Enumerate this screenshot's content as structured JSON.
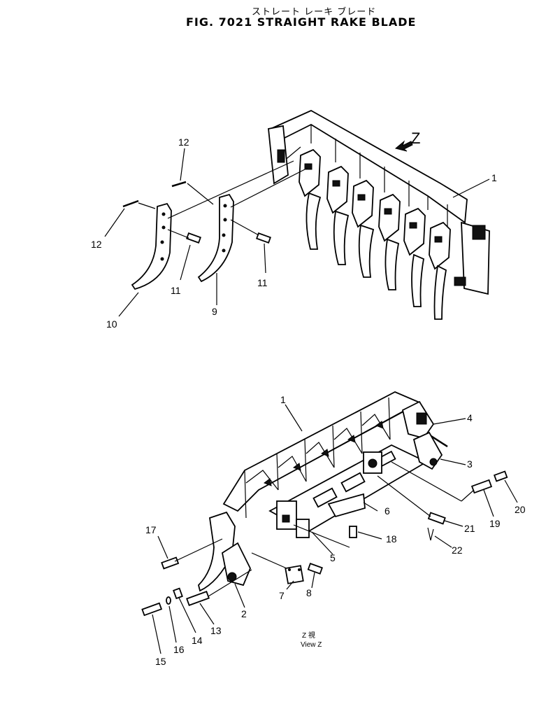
{
  "title": {
    "japanese": "ストレート レーキ ブレード",
    "english": "FIG. 7021  STRAIGHT RAKE BLADE"
  },
  "view_arrow_label": "Z",
  "view_caption": {
    "line1": "Z    視",
    "line2": "View Z"
  },
  "upper_callouts": [
    "1",
    "9",
    "10",
    "11",
    "11",
    "12",
    "12"
  ],
  "lower_callouts": [
    "1",
    "2",
    "3",
    "4",
    "5",
    "6",
    "7",
    "8",
    "13",
    "14",
    "15",
    "16",
    "17",
    "18",
    "19",
    "20",
    "21",
    "22"
  ]
}
